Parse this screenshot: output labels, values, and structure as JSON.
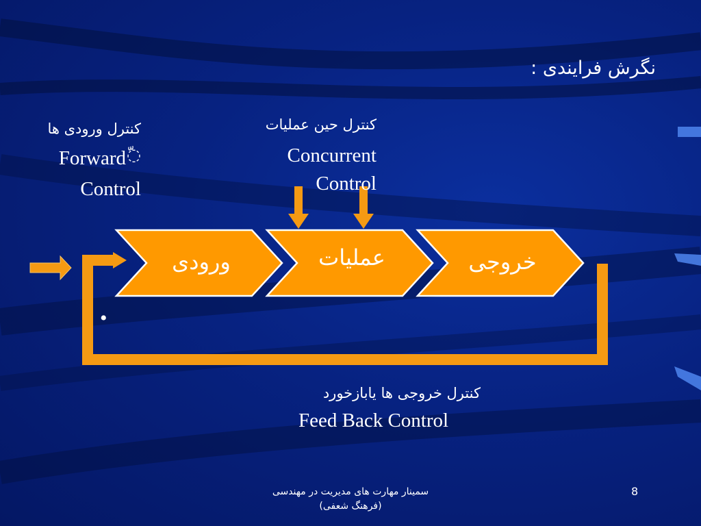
{
  "slide": {
    "title": "نگرش فرایندی :",
    "forward": {
      "fa": "کنترل ورودی ها",
      "en_line1": "Forward",
      "mark": "ّ◌",
      "en_line2": "Control"
    },
    "concurrent": {
      "fa": "کنترل حین عملیات",
      "en_line1": "Concurrent",
      "en_line2": "Control"
    },
    "feedback": {
      "fa": "کنترل خروجی ها یابازخورد",
      "en": "Feed Back Control"
    },
    "bullet": "•",
    "stages": [
      "ورودی",
      "عملیات",
      "خروجی"
    ],
    "footer": {
      "line1": "سمینار مهارت های مدیریت در مهندسی",
      "line2": "(فرهنگ شعفی)"
    },
    "page_number": "8"
  },
  "colors": {
    "background": "#072281",
    "arrow_fill": "#ff9900",
    "arrow_stroke": "#ffffff",
    "loop": "#f59a13",
    "text": "#ffffff"
  }
}
